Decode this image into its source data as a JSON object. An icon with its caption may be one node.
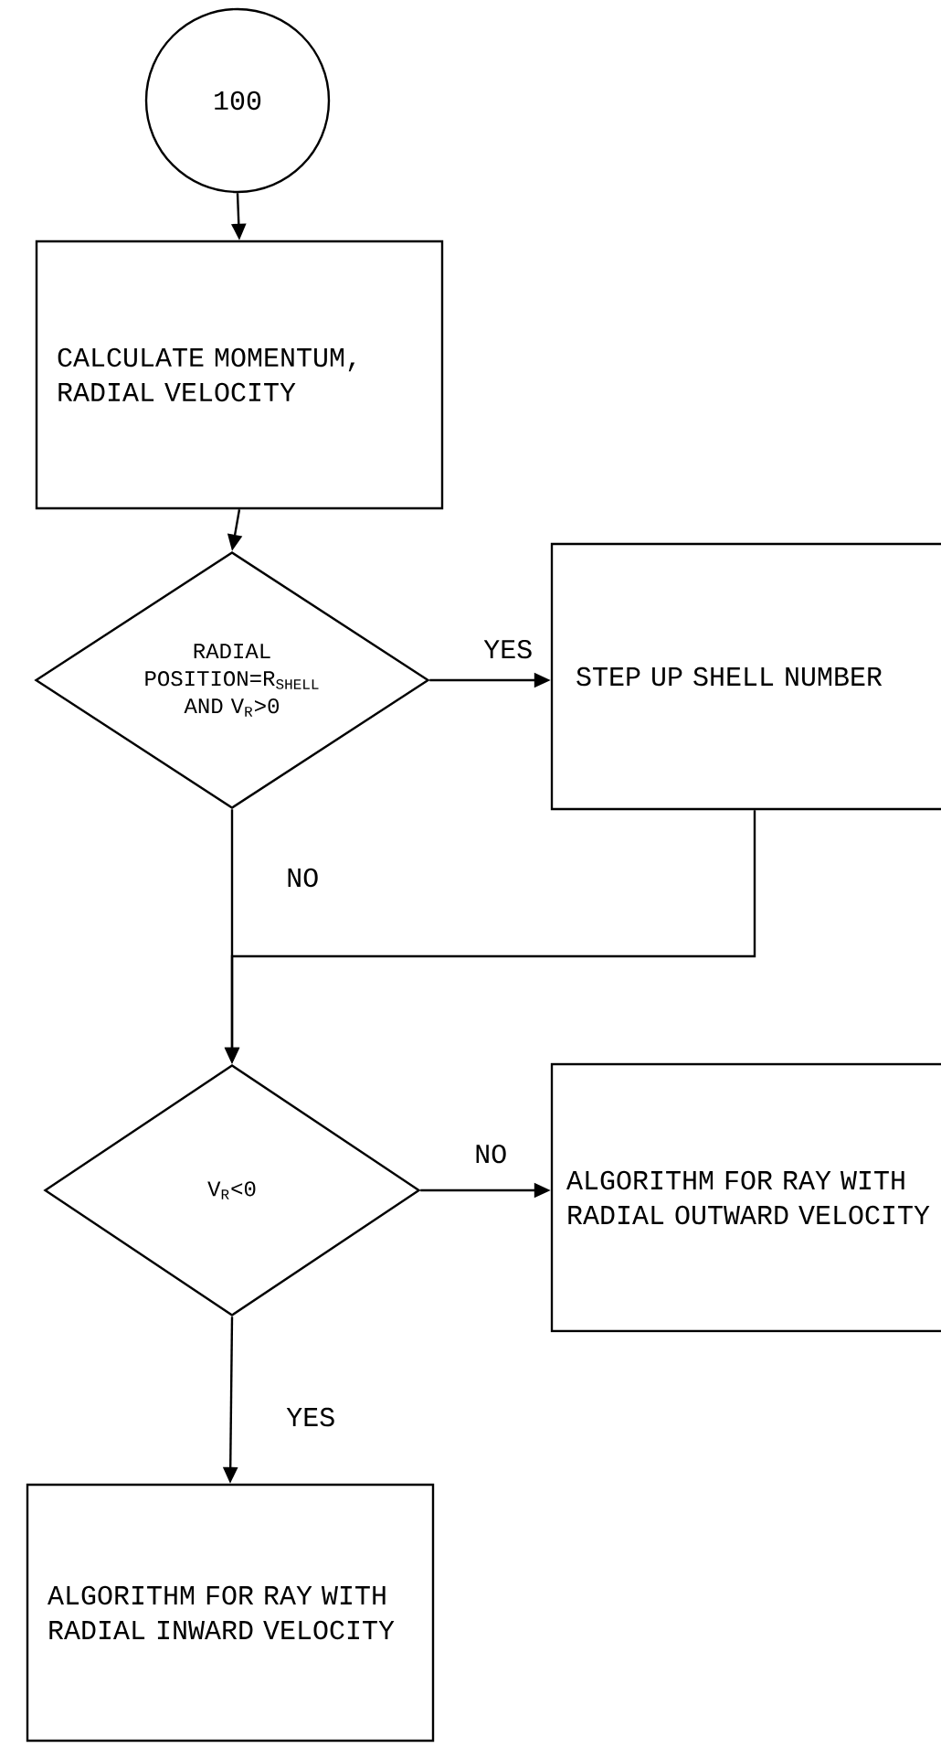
{
  "diagram": {
    "nodes": [
      {
        "text": [
          "100"
        ]
      },
      {
        "text": [
          "CALCULATE MOMENTUM, RADIAL VELOCITY"
        ]
      },
      {
        "text": [
          "RADIAL POSITION=R$_{SHELL}$ AND V$_{R}$>0"
        ]
      },
      {
        "text": [
          "STEP UP SHELL NUMBER"
        ]
      },
      {
        "text": [
          "V$_{R}$<0"
        ]
      },
      {
        "text": [
          "ALGORITHM FOR RAY WITH RADIAL OUTWARD VELOCITY"
        ]
      },
      {
        "text": [
          "ALGORITHM FOR RAY WITH RADIAL INWARD VELOCITY"
        ]
      }
    ],
    "edges": [
      {
        "from": 0,
        "to": 1,
        "arrow": "to"
      },
      {
        "from": 1,
        "to": 2,
        "arrow": "to"
      },
      {
        "from": 2,
        "to": 3,
        "arrow": "to",
        "label": "YES"
      },
      {
        "from": 2,
        "to": 4,
        "arrow": "to",
        "label": "NO"
      },
      {
        "from": 3,
        "to": 4,
        "arrow": "to"
      },
      {
        "from": 4,
        "to": 5,
        "arrow": "to",
        "label": "NO"
      },
      {
        "from": 4,
        "to": 6,
        "arrow": "to",
        "label": "YES"
      }
    ]
  }
}
